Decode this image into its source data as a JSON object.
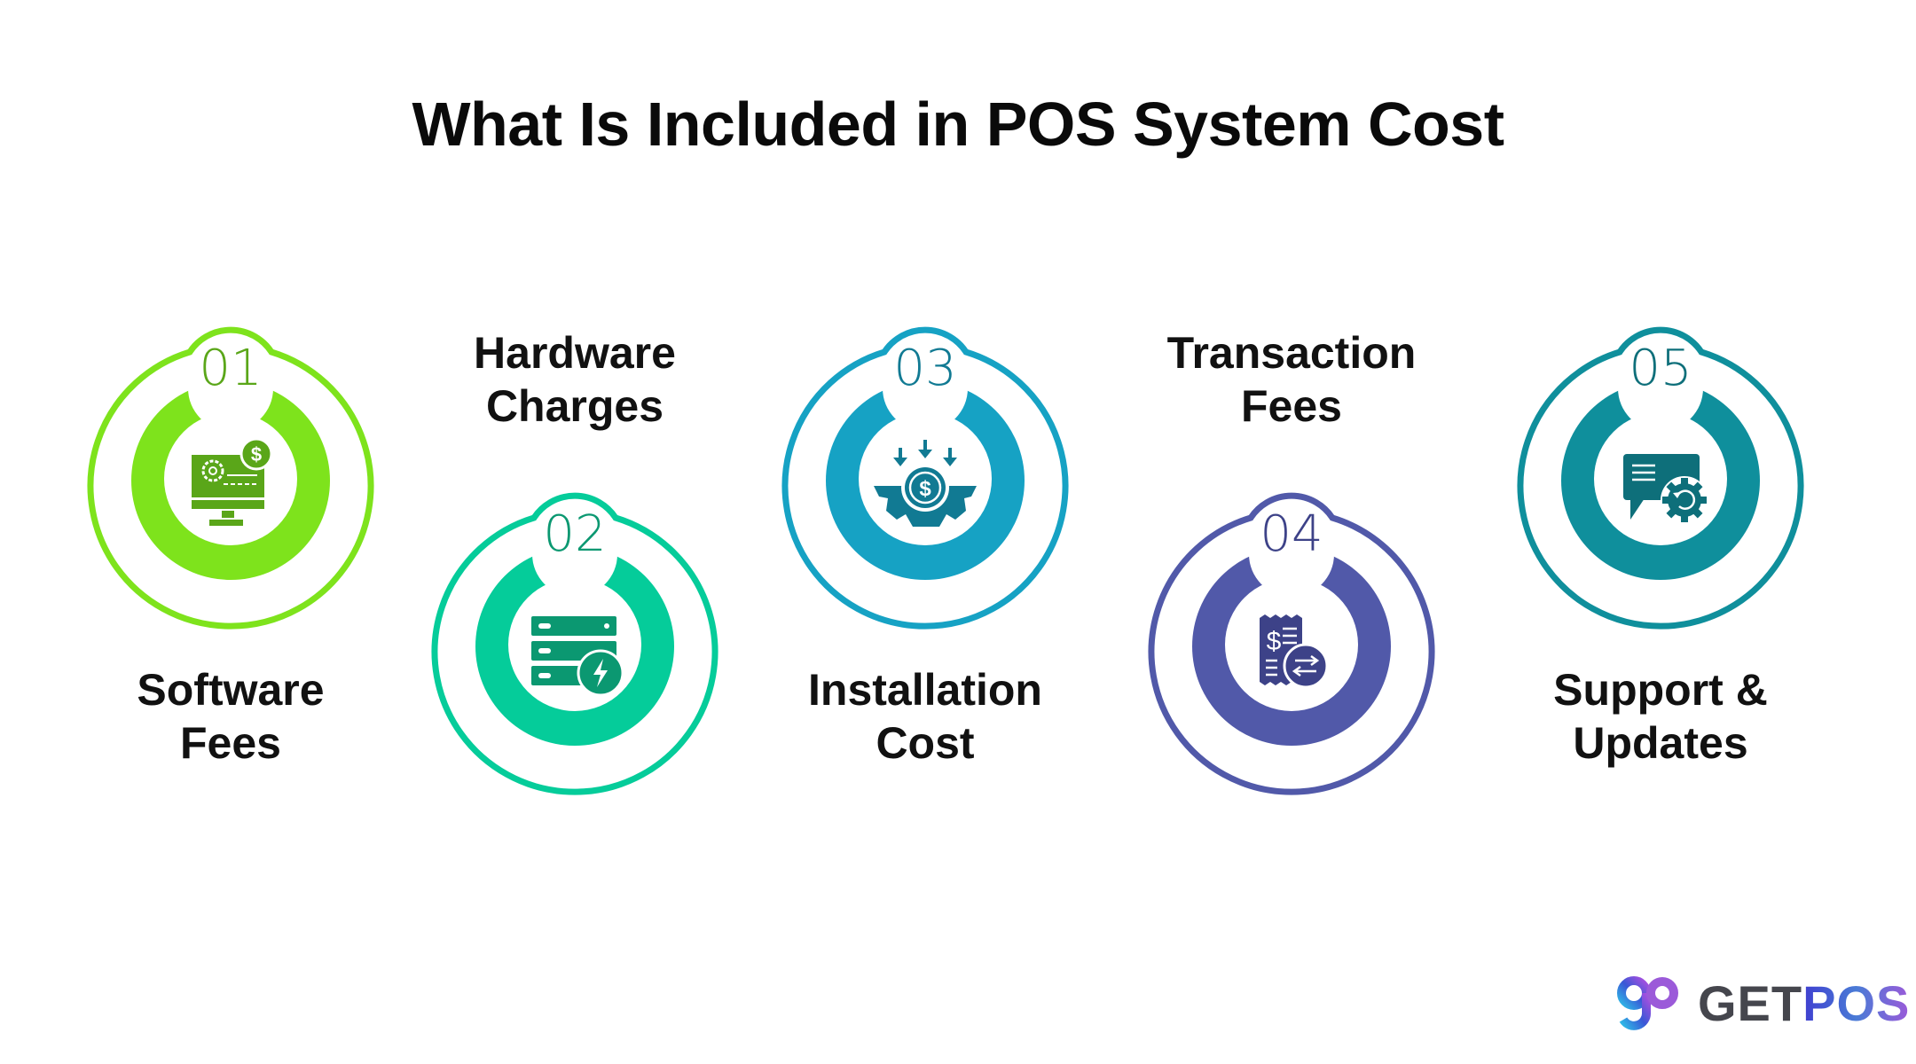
{
  "title": "What Is Included in POS System Cost",
  "steps": [
    {
      "number": "01",
      "label_line1": "Software",
      "label_line2": "Fees",
      "color": "#7ee31c",
      "dark": "#5aa619",
      "icon": "monitor-settings-dollar-icon",
      "label_position": "below"
    },
    {
      "number": "02",
      "label_line1": "Hardware",
      "label_line2": "Charges",
      "color": "#05cc9a",
      "dark": "#0b9871",
      "icon": "server-power-icon",
      "label_position": "above"
    },
    {
      "number": "03",
      "label_line1": "Installation",
      "label_line2": "Cost",
      "color": "#16a2c4",
      "dark": "#117a93",
      "icon": "gear-dollar-arrows-icon",
      "label_position": "below"
    },
    {
      "number": "04",
      "label_line1": "Transaction",
      "label_line2": "Fees",
      "color": "#5159a9",
      "dark": "#3d4288",
      "icon": "receipt-exchange-icon",
      "label_position": "above"
    },
    {
      "number": "05",
      "label_line1": "Support &",
      "label_line2": "Updates",
      "color": "#0f8f9c",
      "dark": "#0e6f7a",
      "icon": "chat-gear-update-icon",
      "label_position": "below"
    }
  ],
  "logo": {
    "mark": "gp",
    "text_part1": "GET",
    "text_part2": "POS"
  }
}
